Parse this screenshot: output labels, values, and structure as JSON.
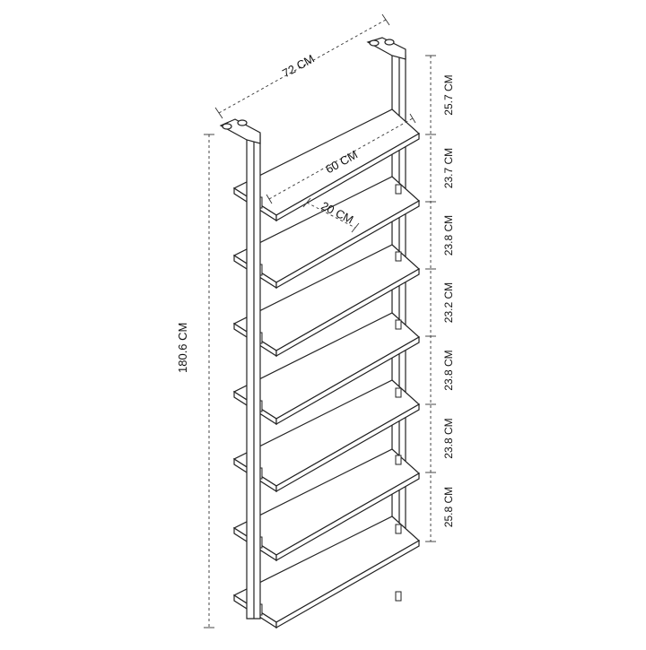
{
  "dimensions": {
    "total_width": "72 CM",
    "shelf_width": "60 CM",
    "shelf_depth": "20 CM",
    "total_height": "180.6 CM"
  },
  "spacings": [
    "25.7 CM",
    "23.7 CM",
    "23.8 CM",
    "23.2 CM",
    "23.8 CM",
    "23.8 CM",
    "25.8 CM"
  ],
  "colors": {
    "line": "#222222",
    "shelf_fill": "#ffffff",
    "dim_line": "#333333"
  }
}
